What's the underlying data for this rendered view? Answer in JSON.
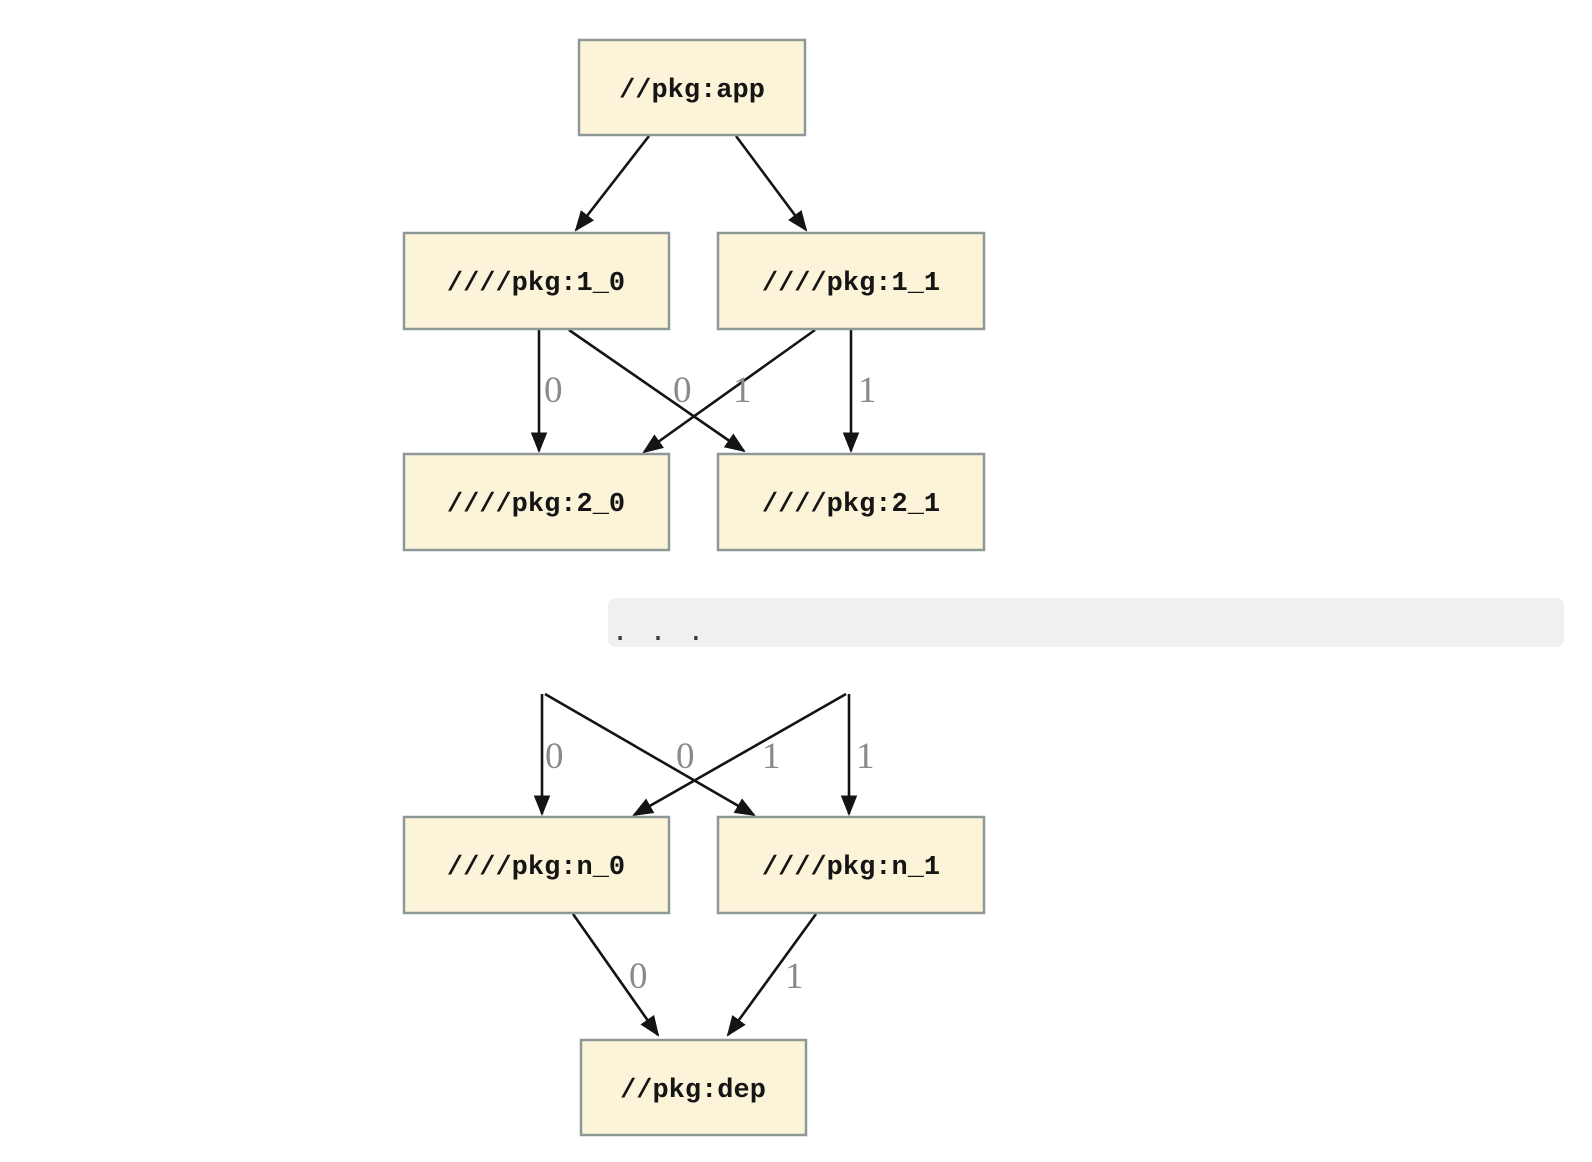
{
  "diagram": {
    "background_color": "#ffffff",
    "node_fill_color": "#fbf4d8",
    "node_border_color": "#8e9897",
    "node_text_color": "#151515",
    "edge_color": "#141414",
    "edge_label_color": "#8a8a8a",
    "ellipsis_band_color": "#f0f0f0",
    "ellipsis_text": ". . .",
    "nodes": [
      {
        "id": "app",
        "label": "//pkg:app"
      },
      {
        "id": "1_0",
        "label": "////pkg:1_0"
      },
      {
        "id": "1_1",
        "label": "////pkg:1_1"
      },
      {
        "id": "2_0",
        "label": "////pkg:2_0"
      },
      {
        "id": "2_1",
        "label": "////pkg:2_1"
      },
      {
        "id": "n_0",
        "label": "////pkg:n_0"
      },
      {
        "id": "n_1",
        "label": "////pkg:n_1"
      },
      {
        "id": "dep",
        "label": "//pkg:dep"
      }
    ],
    "edges": [
      {
        "from": "app",
        "to": "1_0",
        "label": ""
      },
      {
        "from": "app",
        "to": "1_1",
        "label": ""
      },
      {
        "from": "1_0",
        "to": "2_0",
        "label": "0"
      },
      {
        "from": "1_0",
        "to": "2_1",
        "label": "1"
      },
      {
        "from": "1_1",
        "to": "2_0",
        "label": "0"
      },
      {
        "from": "1_1",
        "to": "2_1",
        "label": "1"
      },
      {
        "from": "elided",
        "to": "n_0",
        "label": "0"
      },
      {
        "from": "elided",
        "to": "n_1",
        "label": "1"
      },
      {
        "from": "elided",
        "to": "n_0",
        "label": "0"
      },
      {
        "from": "elided",
        "to": "n_1",
        "label": "1"
      },
      {
        "from": "n_0",
        "to": "dep",
        "label": "0"
      },
      {
        "from": "n_1",
        "to": "dep",
        "label": "1"
      }
    ]
  }
}
